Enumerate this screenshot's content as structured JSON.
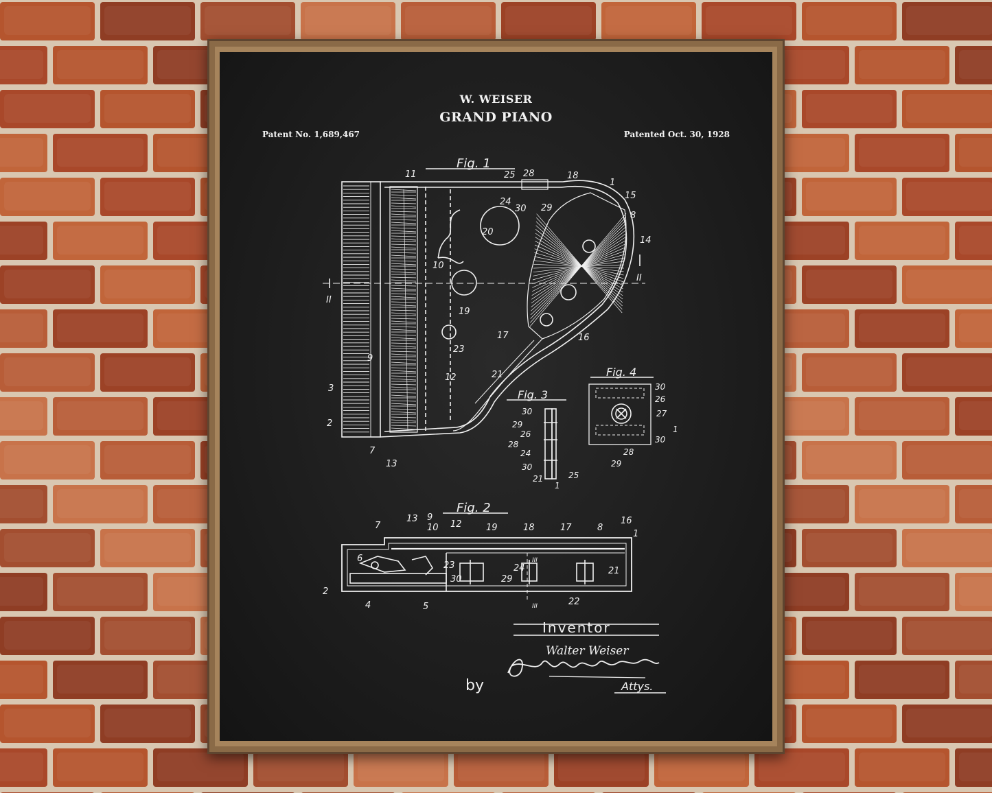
{
  "poster": {
    "inventor_name": "W. WEISER",
    "title": "GRAND PIANO",
    "patent_number": "Patent No. 1,689,467",
    "patent_date": "Patented Oct. 30, 1928"
  },
  "figures": {
    "fig1": "Fig. 1",
    "fig2": "Fig. 2",
    "fig3": "Fig. 3",
    "fig4": "Fig. 4"
  },
  "section_marks": {
    "ii": "II",
    "iii": "III"
  },
  "fig1_refs": [
    "11",
    "25",
    "28",
    "18",
    "1",
    "15",
    "8",
    "14",
    "24",
    "30",
    "29",
    "20",
    "10",
    "19",
    "23",
    "12",
    "21",
    "17",
    "16",
    "9",
    "3",
    "2",
    "7",
    "13"
  ],
  "fig2_refs": [
    "7",
    "13",
    "9",
    "10",
    "12",
    "19",
    "18",
    "17",
    "8",
    "16",
    "1",
    "6",
    "23",
    "24",
    "29",
    "30",
    "21",
    "22",
    "2",
    "4",
    "5"
  ],
  "fig3_refs": [
    "30",
    "29",
    "26",
    "28",
    "24",
    "30",
    "21",
    "25",
    "1"
  ],
  "fig4_refs": [
    "30",
    "26",
    "27",
    "1",
    "30",
    "28",
    "29"
  ],
  "signature": {
    "inventor_label": "Inventor",
    "inventor_name": "Walter Weiser",
    "by": "by",
    "attorneys": "Attys."
  },
  "colors": {
    "brick": "#b5552e",
    "mortar": "#d9c7b1",
    "frame": "#8a6a47",
    "poster": "#1d1d1d",
    "ink": "#f2f2f2"
  }
}
